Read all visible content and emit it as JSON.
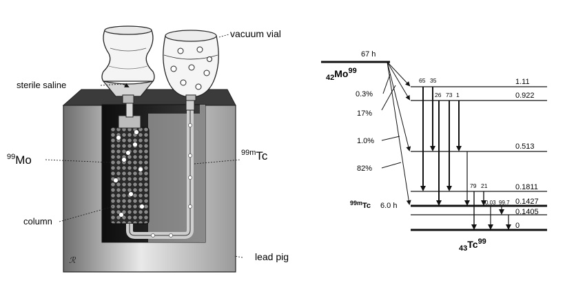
{
  "generator": {
    "labels": {
      "vacuum_vial": "vacuum vial",
      "sterile_saline": "sterile saline",
      "mo_sup": "99",
      "mo": "Mo",
      "tc_sup": "99m",
      "tc": "Tc",
      "column": "column",
      "lead_pig": "lead pig"
    }
  },
  "decay_scheme": {
    "parent": {
      "z": "42",
      "symbol": "Mo",
      "a": "99",
      "half_life": "67 h"
    },
    "isomer": {
      "label_sup": "99m",
      "label": "Tc",
      "half_life": "6.0 h"
    },
    "daughter": {
      "z": "43",
      "symbol": "Tc",
      "a": "99"
    },
    "beta_branches": [
      "0.3%",
      "17%",
      "1.0%",
      "82%"
    ],
    "levels": [
      {
        "energy": "1.11"
      },
      {
        "energy": "0.922"
      },
      {
        "energy": "0.513"
      },
      {
        "energy": "0.1811"
      },
      {
        "energy": "0.1427"
      },
      {
        "energy": "0.1405"
      },
      {
        "energy": "0"
      }
    ],
    "gamma_intensities": {
      "from_1_11": [
        "65",
        "35"
      ],
      "from_0_922": [
        "26",
        "73",
        "1"
      ],
      "from_0_1811": [
        "79",
        "21"
      ],
      "from_0_1427": [
        "0.03",
        "99.7"
      ]
    }
  }
}
